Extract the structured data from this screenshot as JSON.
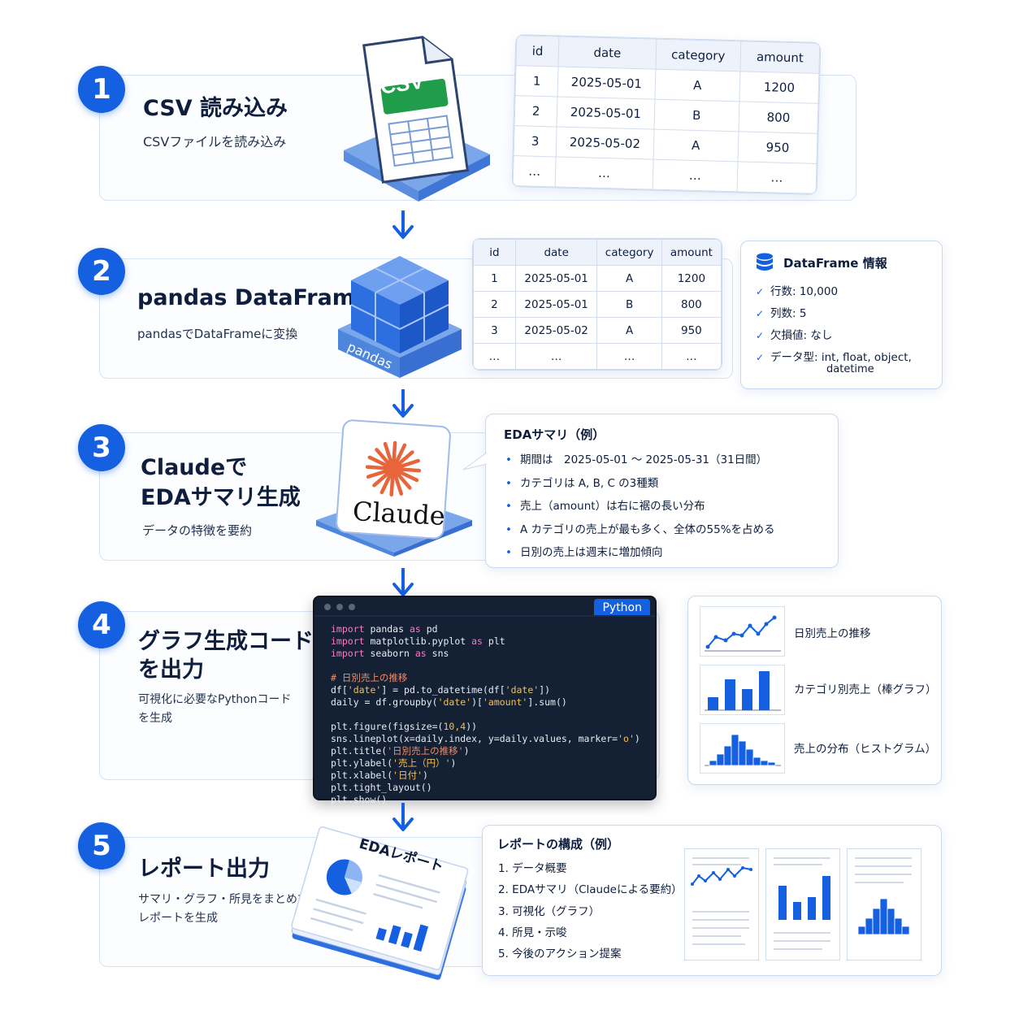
{
  "steps": [
    {
      "number": "1",
      "title": "CSV 読み込み",
      "subtitle": "CSVファイルを読み込み"
    },
    {
      "number": "2",
      "title": "pandas DataFrame",
      "subtitle": "pandasでDataFrameに変換"
    },
    {
      "number": "3",
      "title_line1": "Claudeで",
      "title_line2": "EDAサマリ生成",
      "subtitle": "データの特徴を要約"
    },
    {
      "number": "4",
      "title_line1": "グラフ生成コード",
      "title_line2": "を出力",
      "subtitle_line1": "可視化に必要なPythonコード",
      "subtitle_line2": "を生成"
    },
    {
      "number": "5",
      "title": "レポート出力",
      "subtitle_line1": "サマリ・グラフ・所見をまとめて",
      "subtitle_line2": "レポートを生成"
    }
  ],
  "csv_icon_label": "CSV",
  "pandas_label": "pandas",
  "claude_label": "Claude",
  "report_icon_label": "EDAレポート",
  "table": {
    "headers": [
      "id",
      "date",
      "category",
      "amount"
    ],
    "rows": [
      [
        "1",
        "2025-05-01",
        "A",
        "1200"
      ],
      [
        "2",
        "2025-05-01",
        "B",
        "800"
      ],
      [
        "3",
        "2025-05-02",
        "A",
        "950"
      ],
      [
        "…",
        "…",
        "…",
        "…"
      ]
    ]
  },
  "df_info": {
    "title": "DataFrame 情報",
    "items": [
      "行数: 10,000",
      "列数: 5",
      "欠損値: なし",
      "データ型: int, float, object,"
    ],
    "items_cont": "datetime"
  },
  "eda_summary": {
    "title": "EDAサマリ（例）",
    "items": [
      "期間は　2025-05-01 ～ 2025-05-31（31日間）",
      "カテゴリは A, B, C の3種類",
      "売上（amount）は右に裾の長い分布",
      "A カテゴリの売上が最も多く、全体の55%を占める",
      "日別の売上は週末に増加傾向"
    ]
  },
  "code": {
    "language": "Python",
    "lines": [
      "import pandas as pd",
      "import matplotlib.pyplot as plt",
      "import seaborn as sns",
      "",
      "# 日別売上の推移",
      "df['date'] = pd.to_datetime(df['date'])",
      "daily = df.groupby('date')['amount'].sum()",
      "",
      "plt.figure(figsize=(10,4))",
      "sns.lineplot(x=daily.index, y=daily.values, marker='o')",
      "plt.title('日別売上の推移')",
      "plt.ylabel('売上（円）')",
      "plt.xlabel('日付')",
      "plt.tight_layout()",
      "plt.show()"
    ]
  },
  "charts": [
    {
      "label": "日別売上の推移"
    },
    {
      "label": "カテゴリ別売上（棒グラフ）"
    },
    {
      "label": "売上の分布（ヒストグラム）"
    }
  ],
  "report": {
    "title": "レポートの構成（例）",
    "items": [
      "1. データ概要",
      "2. EDAサマリ（Claudeによる要約）",
      "3. 可視化（グラフ）",
      "4. 所見・示唆",
      "5. 今後のアクション提案"
    ]
  },
  "colors": {
    "accent": "#1560e0",
    "csv_green": "#1f9d4a",
    "claude_orange": "#e8643a",
    "code_bg": "#142033"
  }
}
